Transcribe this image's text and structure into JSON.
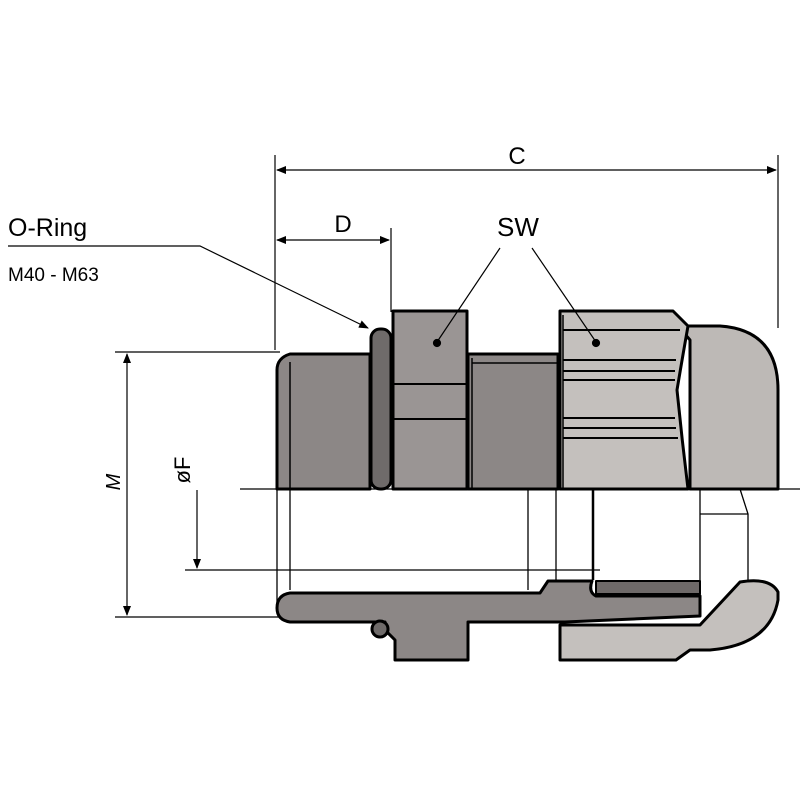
{
  "labels": {
    "c": "C",
    "d": "D",
    "sw": "SW",
    "o_ring": "O-Ring",
    "o_ring_range": "M40 - M63",
    "m": "M",
    "f": "øF"
  },
  "colors": {
    "body_dark": "#8c8786",
    "body_mid": "#9a9594",
    "cap_light": "#c4c0bd",
    "dome": "#bdb9b6",
    "oring": "#6f6b6a",
    "insert_dark": "#6e6968"
  }
}
